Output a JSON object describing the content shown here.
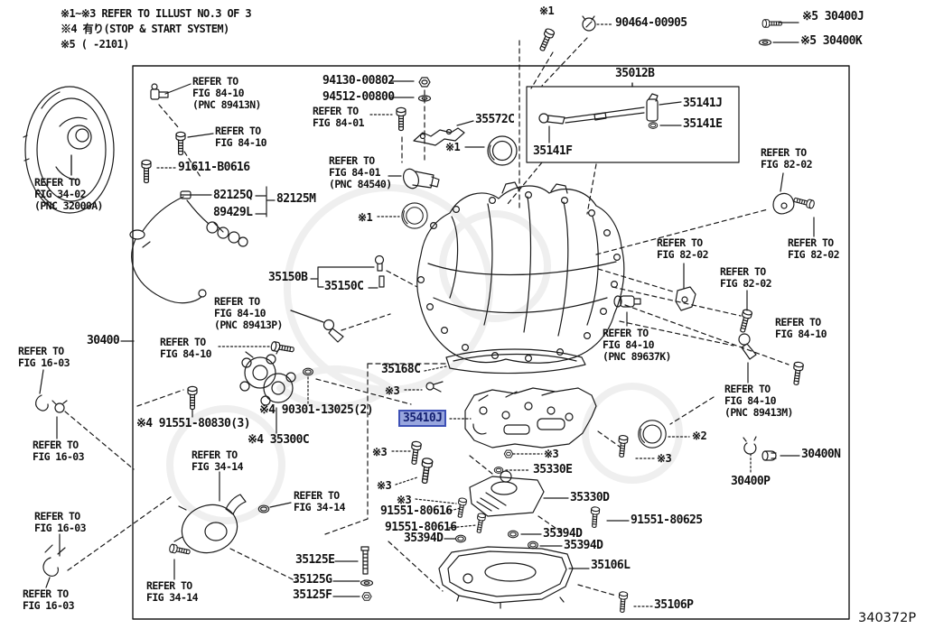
{
  "figure": {
    "drawing_code": "340372P",
    "highlight_color": "#98a6de",
    "highlight_border": "#3d50b5",
    "line_color": "#1a1a1a"
  },
  "notes": {
    "line1": "※1~※3 REFER TO ILLUST NO.3 OF 3",
    "line2": "※4 有り(STOP & START SYSTEM)",
    "line3": "※5 (    -2101)"
  },
  "labels": {
    "s1_top": "※1",
    "p90464": "90464-00905",
    "p30400J": "※5 30400J",
    "p30400K": "※5 30400K",
    "ref3402": "REFER TO\nFIG 34-02\n(PNC 32000A)",
    "p30400": "30400",
    "ref1603a": "REFER TO\nFIG 16-03",
    "ref1603b": "REFER TO\nFIG 16-03",
    "ref1603c": "REFER TO\nFIG 16-03",
    "ref1603d": "REFER TO\nFIG 16-03",
    "ref8410a": "REFER TO\nFIG 84-10\n(PNC 89413N)",
    "ref8410b": "REFER TO\nFIG 84-10",
    "p91611": "91611-B0616",
    "p82125Q": "82125Q",
    "p82125M": "82125M",
    "p89429L": "89429L",
    "p94130": "94130-00802",
    "p94512": "94512-00800",
    "ref8401a": "REFER TO\nFIG 84-01",
    "p35572C": "35572C",
    "ref8401b": "REFER TO\nFIG 84-01\n(PNC 84540)",
    "s1a": "※1",
    "s1b": "※1",
    "p35012B": "35012B",
    "p35141J": "35141J",
    "p35141E": "35141E",
    "p35141F": "35141F",
    "ref8202a": "REFER TO\nFIG 82-02",
    "ref8202b": "REFER TO\nFIG 82-02",
    "ref8202c": "REFER TO\nFIG 82-02",
    "ref8202d": "REFER TO\nFIG 82-02",
    "ref8410c": "REFER TO\nFIG 84-10",
    "ref8410d": "REFER TO\nFIG 84-10\n(PNC 89637K)",
    "ref8410e": "REFER TO\nFIG 84-10\n(PNC 89413M)",
    "p35150B": "35150B",
    "p35150C": "35150C",
    "ref8410f": "REFER TO\nFIG 84-10\n(PNC 89413P)",
    "ref8410g": "REFER TO\nFIG 84-10",
    "p35168C": "35168C",
    "s3a": "※3",
    "p35410J": "35410J",
    "p90301": "※4 90301-13025(2)",
    "p91551_80830": "※4 91551-80830(3)",
    "p35300C": "※4 35300C",
    "ref3414a": "REFER TO\nFIG 34-14",
    "ref3414b": "REFER TO\nFIG 34-14",
    "ref3414c": "REFER TO\nFIG 34-14",
    "s3b": "※3",
    "s3c": "※3",
    "s3d": "※3",
    "p91551_80616a": "91551-80616",
    "p91551_80616b": "91551-80616",
    "p35394Da": "35394D",
    "s3e": "※3",
    "p35330E": "35330E",
    "p35330D": "35330D",
    "p35394Db": "35394D",
    "p35394Dc": "35394D",
    "p35106L": "35106L",
    "p91551_80625": "91551-80625",
    "s2": "※2",
    "s3f": "※3",
    "p30400N": "30400N",
    "p30400P": "30400P",
    "p35106P": "35106P",
    "p35125E": "35125E",
    "p35125G": "35125G",
    "p35125F": "35125F",
    "code": "340372P"
  }
}
